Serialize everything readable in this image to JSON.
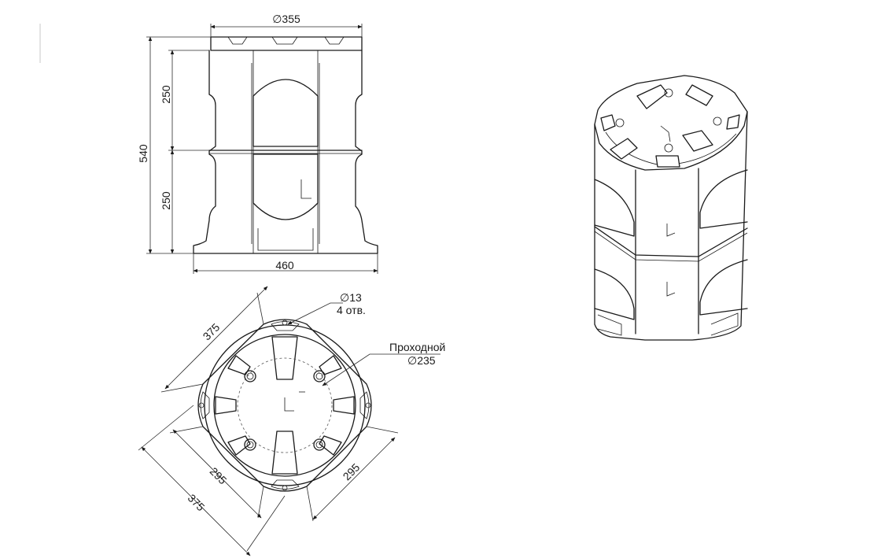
{
  "front_view": {
    "top_diameter": "∅355",
    "total_height": "540",
    "upper_height": "250",
    "lower_height": "250",
    "base_width": "460"
  },
  "plan_view": {
    "side_top_left": "375",
    "inner_bottom_left": "295",
    "outer_bottom_left": "375",
    "inner_bottom_right": "295",
    "hole_diameter": "∅13",
    "hole_count": "4 отв.",
    "passage_label": "Проходной",
    "passage_diameter": "∅235"
  }
}
